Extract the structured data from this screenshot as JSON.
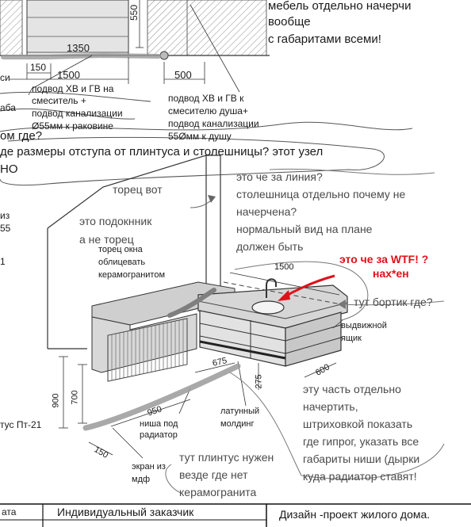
{
  "top_note": {
    "line1": "мебель отдельно начерчи",
    "line2": "вообще",
    "line3": "с габаритами всеми!"
  },
  "plan": {
    "dim_550": "550",
    "dim_1350": "1350",
    "dim_150": "150",
    "dim_1500": "1500",
    "dim_500": "500",
    "left_cut_1": "си",
    "left_cut_2": "аба",
    "label_sink": {
      "line1": "подвод ХВ и ГВ на",
      "line2": "смеситель +",
      "line3": "подвод канализации",
      "line4": "Ø55мм к раковине"
    },
    "label_shower": {
      "line1": "подвод ХВ и ГВ к",
      "line2": "смесителю душа+",
      "line3": "подвод канализации",
      "line4": "55Øмм к душу"
    },
    "question_cut": "ом где?"
  },
  "question_main": {
    "line1": "де размеры отступа от плинтуса и столешницы?  этот узел",
    "line2": "НО"
  },
  "left_side": {
    "cut_1": "из",
    "cut_2": "55",
    "cut_3": "1",
    "cut_4": "тус Пт-21"
  },
  "comments": {
    "torets_vot": "торец вот",
    "podokonnik_1": "это подокнник",
    "podokonnik_2": "а не торец",
    "line_question_1": "это че за линия?",
    "line_question_2": "столешница отдельно почему не",
    "line_question_3": "начерчена?",
    "line_question_4": "нормальный вид  на плане",
    "line_question_5": "должен быть",
    "wtf_1": "это че за WTF! ?",
    "wtf_2": "нах*ен",
    "bortik": "тут бортик где?",
    "separate_1": "эту часть отдельно",
    "separate_2": "начертить,",
    "separate_3": "штриховкой показать",
    "separate_4": "где гипрог, указать все",
    "separate_5": "габариты ниши (дырки",
    "separate_6": "куда радиатор ставят!",
    "plinth_1": "тут плинтус нужен",
    "plinth_2": "везде где нет",
    "plinth_3": "керамогранита"
  },
  "drawing_labels": {
    "torets_okna_1": "торец окна",
    "torets_okna_2": "облицевать",
    "torets_okna_3": "керамогранитом",
    "dim_1500": "1500",
    "drawer_1": "выдвижной",
    "drawer_2": "ящик",
    "dim_675": "675",
    "dim_275": "275",
    "dim_600": "600",
    "dim_900": "900",
    "dim_700": "700",
    "dim_950": "950",
    "dim_150": "150",
    "niche_1": "ниша под",
    "niche_2": "радиатор",
    "molding_1": "латунный",
    "molding_2": "молдинг",
    "screen_1": "экран из",
    "screen_2": "мдф"
  },
  "title_block": {
    "cell_left": "ата",
    "client": "Индивидуальный заказчик",
    "project": "Дизайн -проект жилого дома."
  }
}
